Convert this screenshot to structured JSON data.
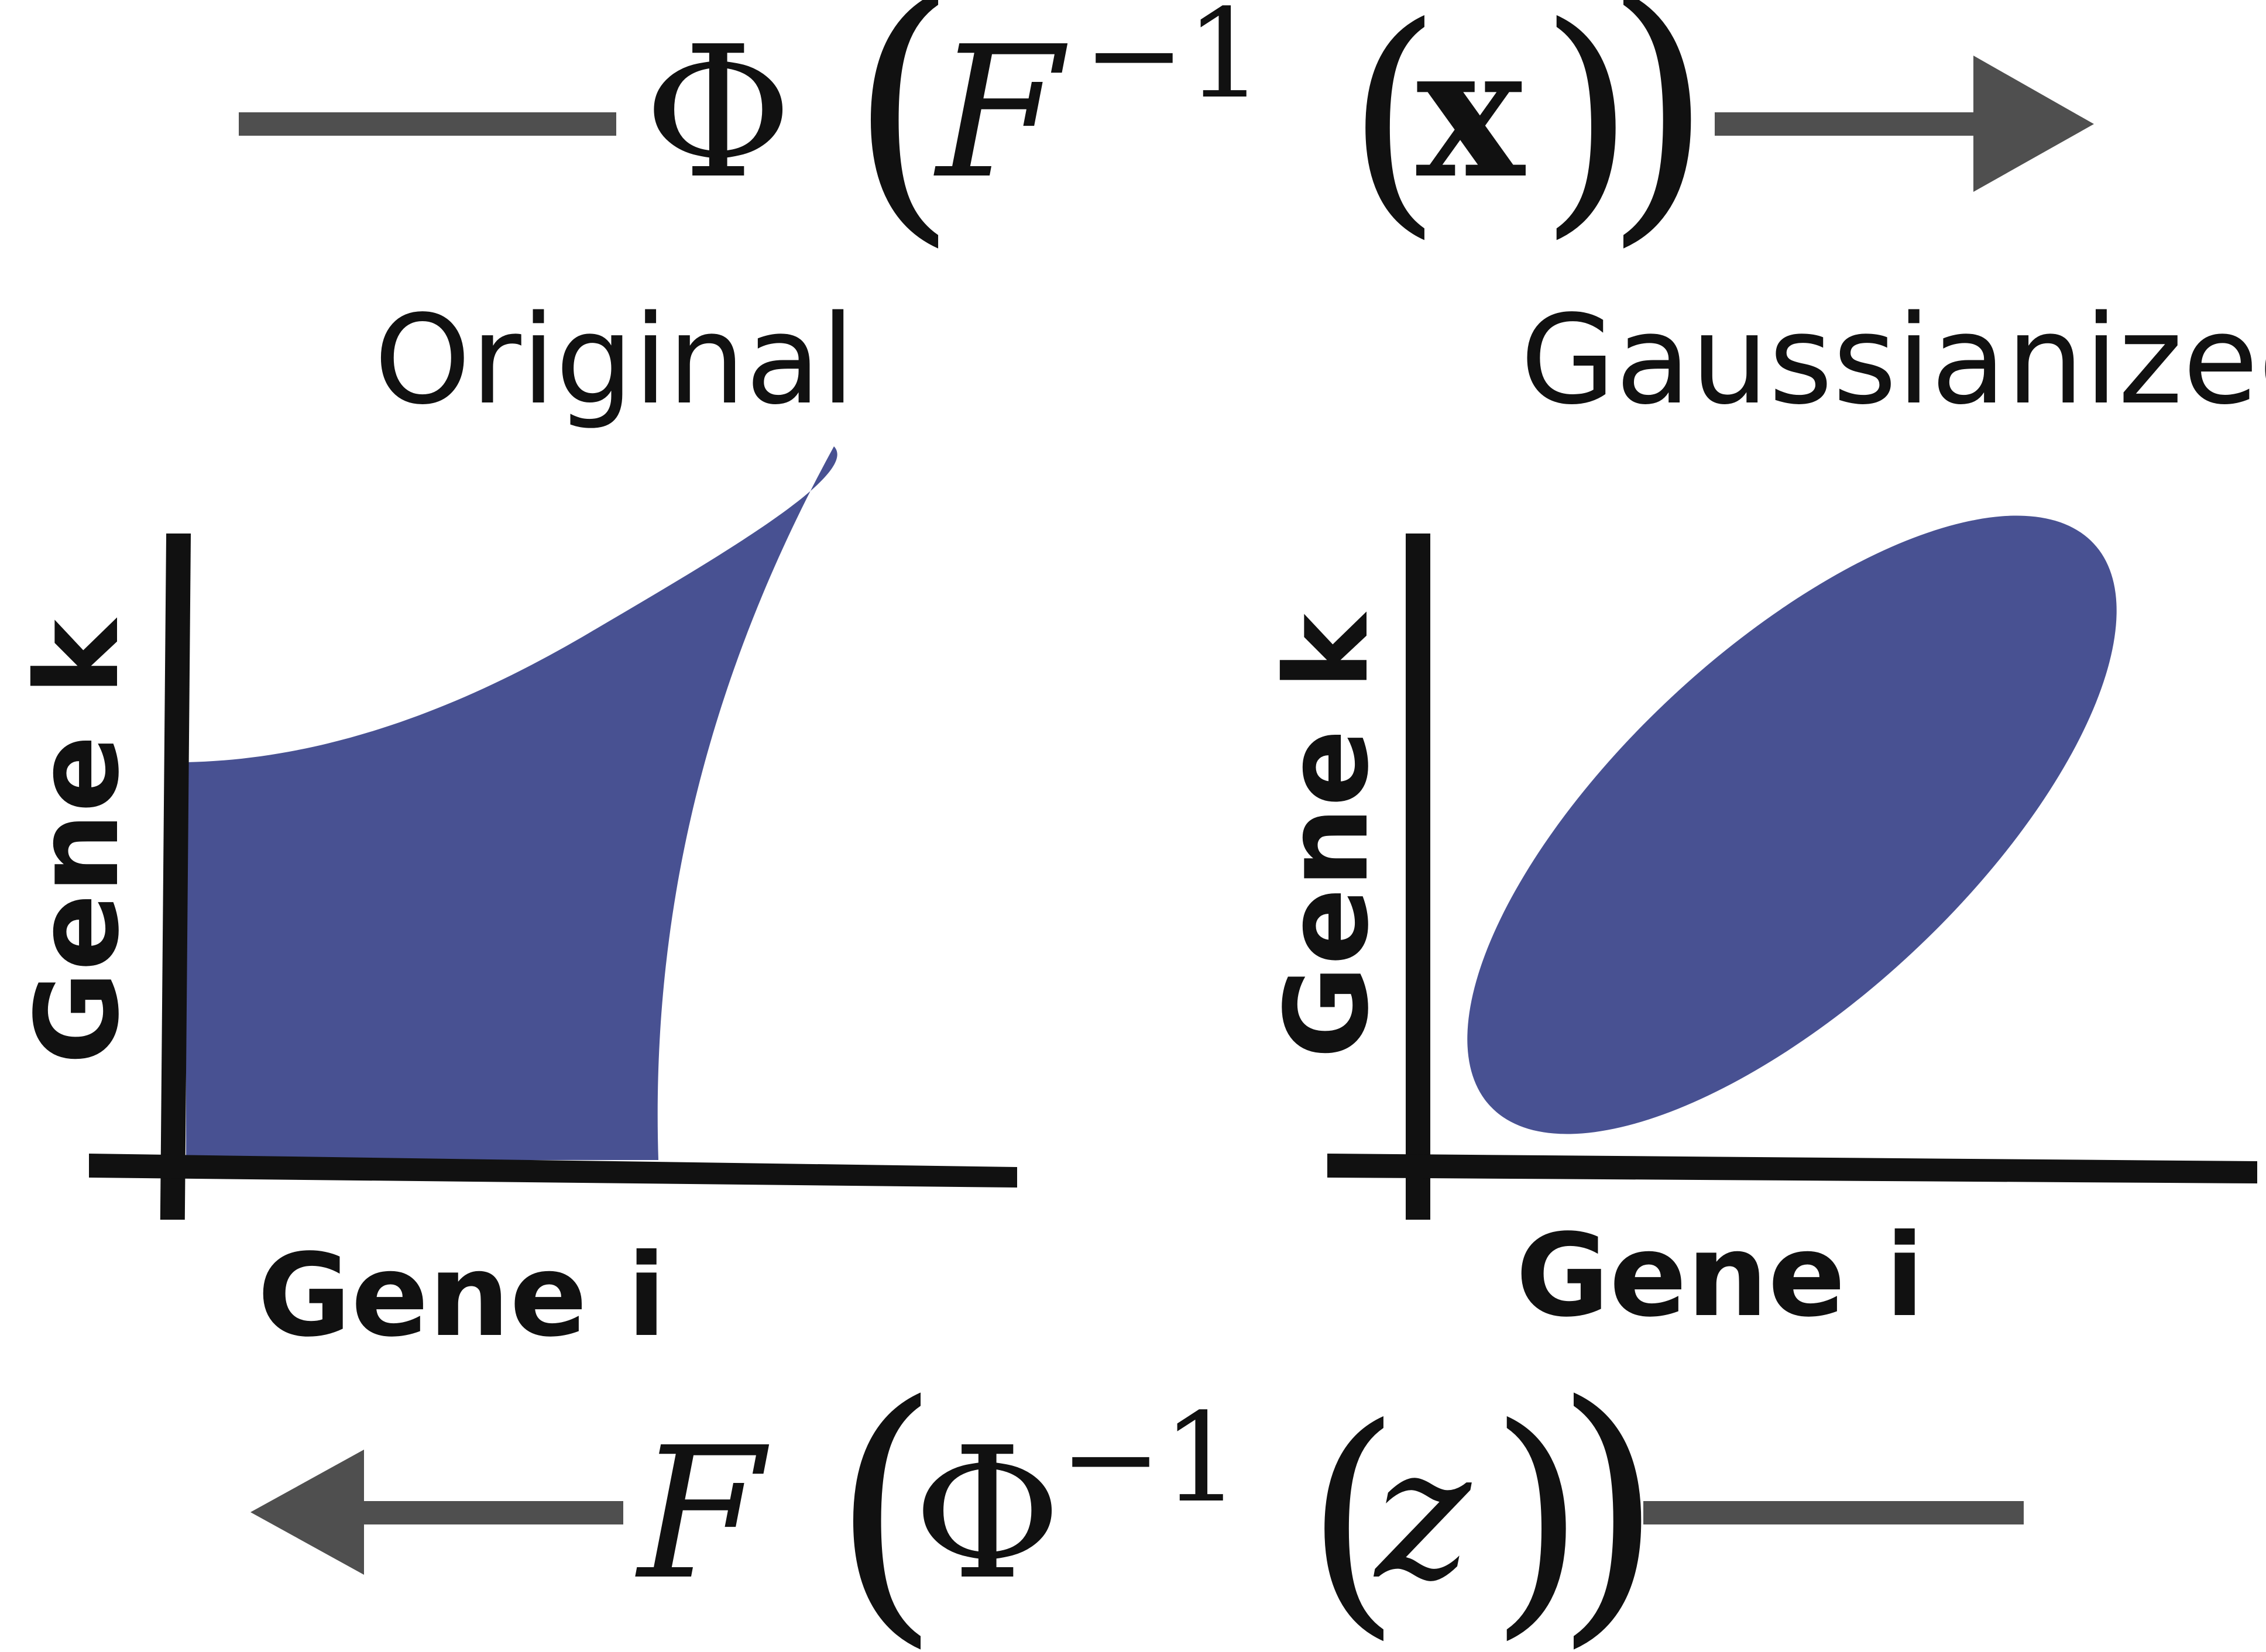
{
  "colors": {
    "region_fill": "#485192",
    "axis": "#111111",
    "arrow": "#4f4f4f",
    "text": "#111111",
    "background": "#ffffff"
  },
  "forward_transform": {
    "outer_func": "Φ",
    "inner_func": "F",
    "superscript": "−1",
    "variable": "x",
    "open_paren": "(",
    "close_paren": ")",
    "arrow_direction": "right"
  },
  "inverse_transform": {
    "outer_func": "F",
    "inner_func": "Φ",
    "superscript": "−1",
    "variable": "z",
    "open_paren": "(",
    "close_paren": ")",
    "arrow_direction": "left"
  },
  "panels": {
    "original": {
      "title": "Original",
      "x_label": "Gene i",
      "y_label": "Gene k"
    },
    "gaussianized": {
      "title": "Gaussianized",
      "x_label": "Gene i",
      "y_label": "Gene k"
    }
  }
}
